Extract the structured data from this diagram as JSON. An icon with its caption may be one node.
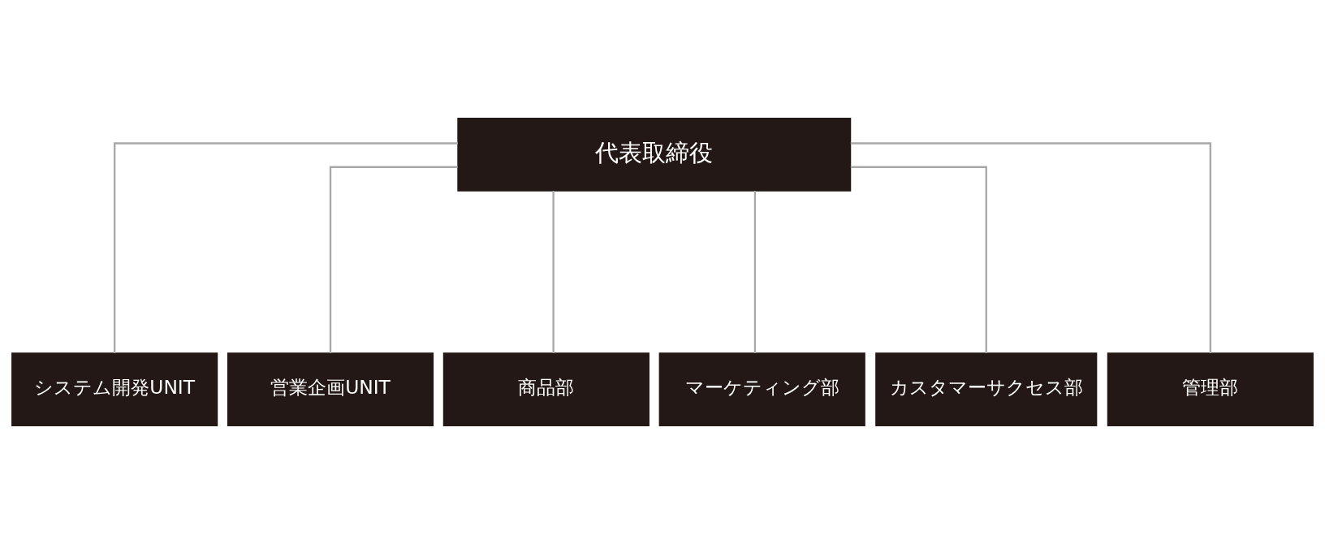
{
  "diagram": {
    "nodes": [
      {
        "text": [
          "代表取締役"
        ]
      },
      {
        "text": [
          "システム開発UNIT"
        ]
      },
      {
        "text": [
          "営業企画UNIT"
        ]
      },
      {
        "text": [
          "商品部"
        ]
      },
      {
        "text": [
          "マーケティング部"
        ]
      },
      {
        "text": [
          "カスタマーサクセス部"
        ]
      },
      {
        "text": [
          "管理部"
        ]
      }
    ],
    "edges": [
      {
        "from": 0,
        "to": 1,
        "arrow": "none"
      },
      {
        "from": 0,
        "to": 2,
        "arrow": "none"
      },
      {
        "from": 0,
        "to": 3,
        "arrow": "none"
      },
      {
        "from": 0,
        "to": 4,
        "arrow": "none"
      },
      {
        "from": 0,
        "to": 5,
        "arrow": "none"
      },
      {
        "from": 0,
        "to": 6,
        "arrow": "none"
      }
    ]
  }
}
